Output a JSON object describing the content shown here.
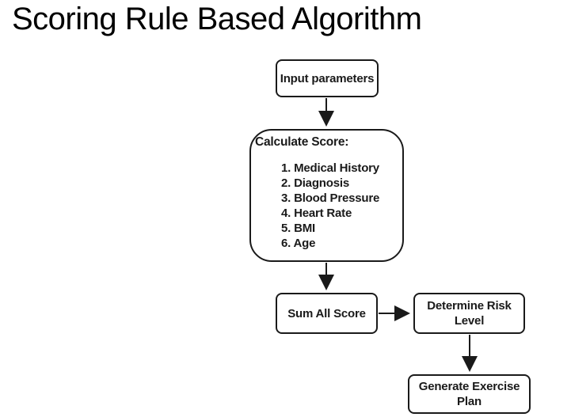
{
  "page": {
    "title": "Scoring Rule Based Algorithm",
    "background_color": "#ffffff"
  },
  "flowchart": {
    "colors": {
      "node_border": "#1a1a1a",
      "node_fill": "#ffffff",
      "text": "#1a1a1a",
      "arrow": "#1a1a1a"
    },
    "nodes": {
      "input": {
        "label": "Input parameters"
      },
      "calculate": {
        "heading": "Calculate Score:",
        "items": [
          "1. Medical History",
          "2. Diagnosis",
          "3. Blood Pressure",
          "4. Heart Rate",
          "5. BMI",
          "6. Age"
        ]
      },
      "sum": {
        "label": "Sum All Score"
      },
      "risk": {
        "label": "Determine Risk Level"
      },
      "plan": {
        "label": "Generate Exercise Plan"
      }
    },
    "edges": [
      {
        "from": "input",
        "to": "calculate"
      },
      {
        "from": "calculate",
        "to": "sum"
      },
      {
        "from": "sum",
        "to": "risk"
      },
      {
        "from": "risk",
        "to": "plan"
      }
    ]
  }
}
